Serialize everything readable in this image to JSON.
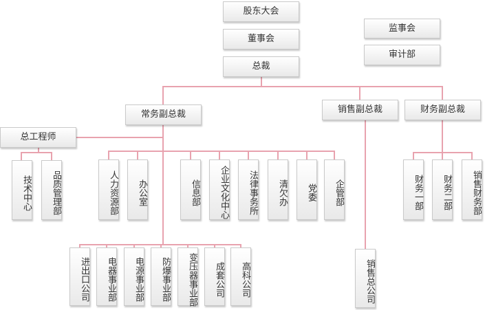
{
  "nodes": {
    "shareholders": "股东大会",
    "board": "董事会",
    "president": "总裁",
    "supervisory": "监事会",
    "audit": "审计部",
    "executive_vp": "常务副总裁",
    "sales_vp": "销售副总裁",
    "finance_vp": "财务副总裁",
    "chief_engineer": "总工程师",
    "tech_center": "技术中心",
    "quality_mgmt": "品质管理部",
    "hr": "人力资源部",
    "office": "办公室",
    "info": "信息部",
    "culture": "企业文化中心",
    "legal": "法律事务所",
    "integrity": "清欠办",
    "party": "党委",
    "enterprise_mgmt": "企管部",
    "import_export": "进出口公司",
    "electrical": "电器事业部",
    "power_supply": "电源事业部",
    "explosion_proof": "防爆事业部",
    "transformer": "变压器事业部",
    "complete_set": "成套公司",
    "hitech": "高科公司",
    "sales_company": "销售总公司",
    "finance_1": "财务一部",
    "finance_2": "财务二部",
    "sales_finance": "销售财务部"
  }
}
